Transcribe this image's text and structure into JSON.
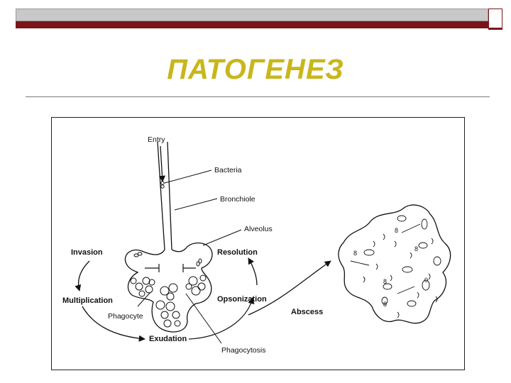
{
  "slide": {
    "title": "ПАТОГЕНЕЗ"
  },
  "diagram": {
    "labels": {
      "entry": "Entry",
      "bacteria": "Bacteria",
      "bronchiole": "Bronchiole",
      "alveolus": "Alveolus",
      "invasion": "Invasion",
      "resolution": "Resolution",
      "multiplication": "Multiplication",
      "opsonization": "Opsonization",
      "phagocyte": "Phagocyte",
      "abscess": "Abscess",
      "exudation": "Exudation",
      "phagocytosis": "Phagocytosis"
    }
  }
}
